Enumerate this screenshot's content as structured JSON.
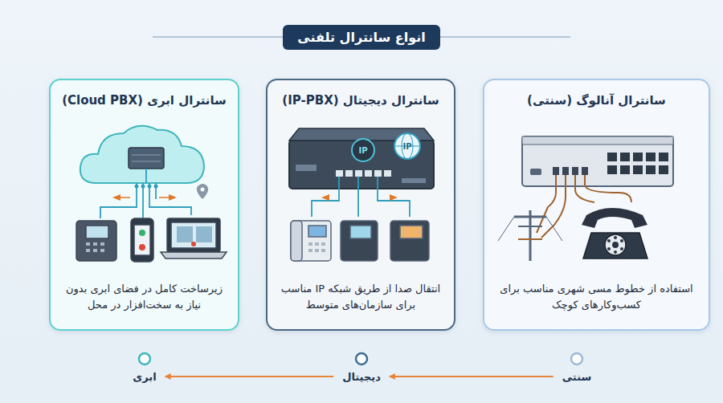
{
  "diagram": {
    "title": "انواع سانترال تلفنی",
    "nodes": [
      {
        "text": [
          "سانترال آنالوگ (سنتی)",
          "استفاده از خطوط مسی شهری مناسب برای کسب‌وکارهای کوچک"
        ]
      },
      {
        "text": [
          "سانترال دیجیتال (IP-PBX)",
          "انتقال صدا از طریق شبکه IP مناسب برای سازمان‌های متوسط"
        ]
      },
      {
        "text": [
          "سانترال ابری (Cloud PBX)",
          "زیرساخت کامل در فضای ابری بدون نیاز به سخت‌افزار در محل"
        ]
      },
      {
        "text": [
          "سنتی"
        ]
      },
      {
        "text": [
          "دیجیتال"
        ]
      },
      {
        "text": [
          "ابری"
        ]
      }
    ],
    "edges": [
      {
        "from": 3,
        "to": 4,
        "arrow": "to"
      },
      {
        "from": 4,
        "to": 5,
        "arrow": "to"
      }
    ],
    "labels": [
      "IP",
      "IP"
    ]
  }
}
